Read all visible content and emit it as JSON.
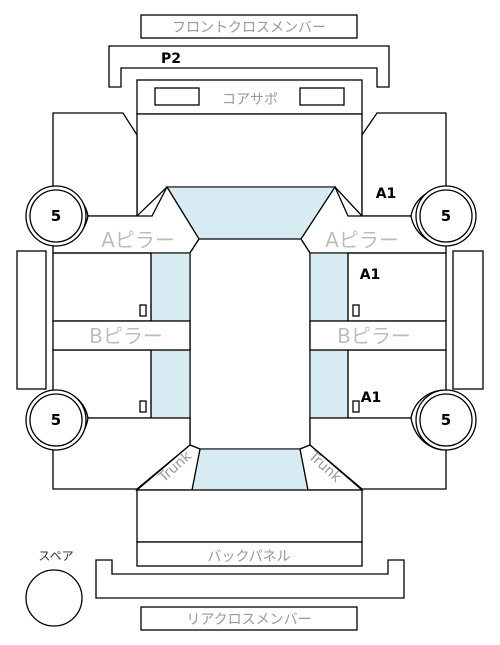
{
  "labels": {
    "front_cross_member": "フロントクロスメンバー",
    "front_panel_code": "P2",
    "core_support": "コアサポ",
    "a_pillar_left": "Aピラー",
    "a_pillar_right": "Aピラー",
    "b_pillar_left": "Bピラー",
    "b_pillar_right": "Bピラー",
    "trunk_left": "Trunk",
    "trunk_right": "Trunk",
    "back_panel": "バックパネル",
    "spare": "スペア",
    "rear_cross_member": "リアクロスメンバー"
  },
  "codes": {
    "right_fender": "A1",
    "right_front_door": "A1",
    "right_rear_door": "A1"
  },
  "tires": {
    "front_left": "5",
    "front_right": "5",
    "rear_left": "5",
    "rear_right": "5"
  }
}
